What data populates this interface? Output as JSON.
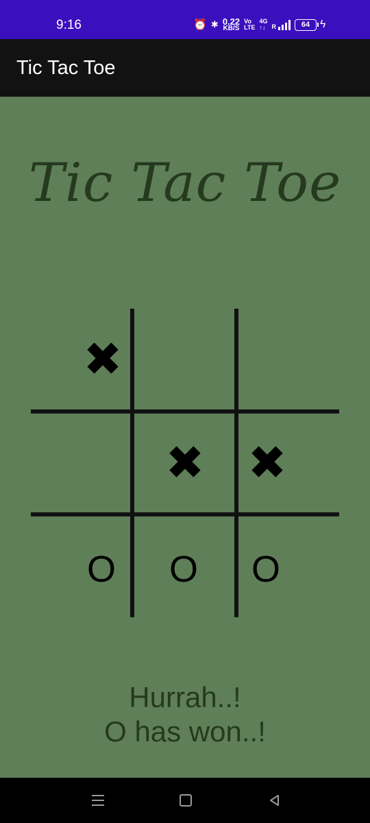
{
  "status_bar": {
    "time": "9:16",
    "alarm_icon": "alarm-icon",
    "bluetooth_icon": "bluetooth-icon",
    "net_speed_value": "0.22",
    "net_speed_unit": "KB/S",
    "volte_top": "Vo",
    "volte_bottom": "LTE",
    "network_top": "4G",
    "network_bottom": "↑↓",
    "signal_roaming": "R",
    "battery_level": "64"
  },
  "app_bar": {
    "title": "Tic Tac Toe"
  },
  "game": {
    "title": "Tic Tac Toe",
    "board": [
      [
        "✖",
        "",
        ""
      ],
      [
        "",
        "✖",
        "✖"
      ],
      [
        "O",
        "O",
        "O"
      ]
    ],
    "result_line1": "Hurrah..!",
    "result_line2": "O has won..!"
  },
  "nav_bar": {
    "recents_icon": "menu-icon",
    "home_icon": "home-icon",
    "back_icon": "back-icon"
  },
  "colors": {
    "status_bar": "#3a0fbd",
    "app_bar": "#121212",
    "background": "#5f7f58",
    "title_text": "#253a1e",
    "grid_lines": "#111111"
  }
}
